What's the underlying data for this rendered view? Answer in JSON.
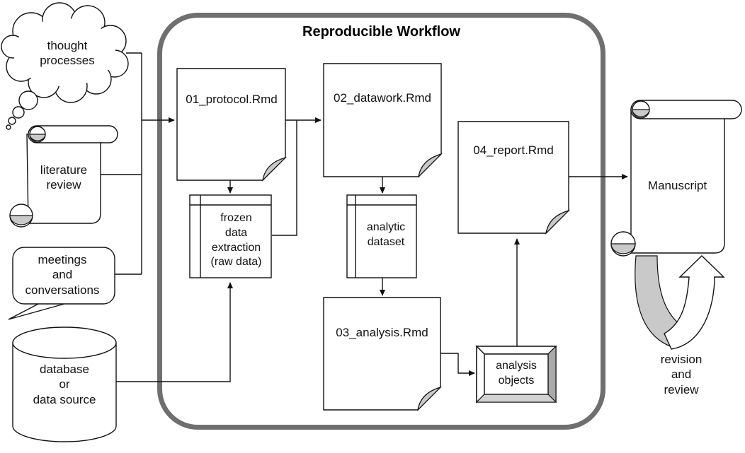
{
  "title": "Reproducible Workflow",
  "inputs": {
    "thought": {
      "label": "thought\nprocesses"
    },
    "literature": {
      "label": "literature\nreview"
    },
    "meetings": {
      "label": "meetings\nand\nconversations"
    },
    "database": {
      "label": "database\nor\ndata source"
    }
  },
  "workflow": {
    "doc01": "01_protocol.Rmd",
    "doc02": "02_datawork.Rmd",
    "doc03": "03_analysis.Rmd",
    "doc04": "04_report.Rmd",
    "frozen_data": "frozen\ndata\nextraction\n(raw data)",
    "analytic_dataset": "analytic\ndataset",
    "analysis_objects": "analysis\nobjects"
  },
  "outputs": {
    "manuscript": "Manuscript",
    "revision": "revision\nand\nreview"
  },
  "colors": {
    "border": "#6f6f6f",
    "line": "#111111",
    "curl": "#c9c9c9",
    "bevel_right": "#a9a9a9",
    "bevel_bottom": "#d2d2d2"
  }
}
